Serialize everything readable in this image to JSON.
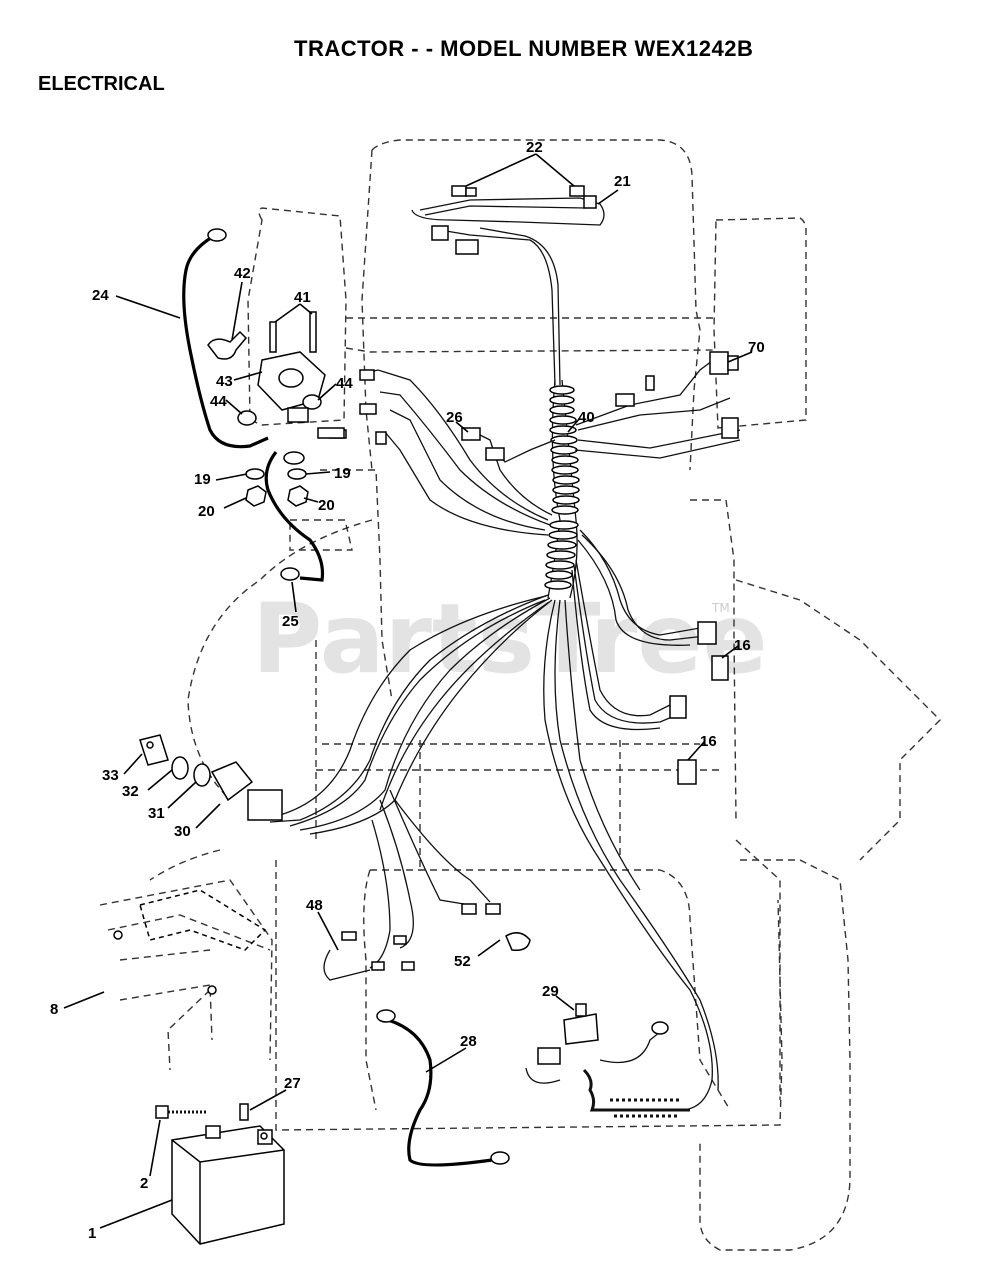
{
  "page": {
    "title": "TRACTOR - - MODEL NUMBER WEX1242B",
    "section": "ELECTRICAL",
    "watermark": "PartsTree",
    "watermark_tm": "TM"
  },
  "callouts": {
    "c1": "1",
    "c2": "2",
    "c8": "8",
    "c16a": "16",
    "c16b": "16",
    "c19a": "19",
    "c19b": "19",
    "c20a": "20",
    "c20b": "20",
    "c21": "21",
    "c22": "22",
    "c24": "24",
    "c25": "25",
    "c26": "26",
    "c27": "27",
    "c28": "28",
    "c29": "29",
    "c30": "30",
    "c31": "31",
    "c32": "32",
    "c33": "33",
    "c40": "40",
    "c41": "41",
    "c42": "42",
    "c43": "43",
    "c44a": "44",
    "c44b": "44",
    "c48": "48",
    "c52": "52",
    "c70": "70"
  }
}
